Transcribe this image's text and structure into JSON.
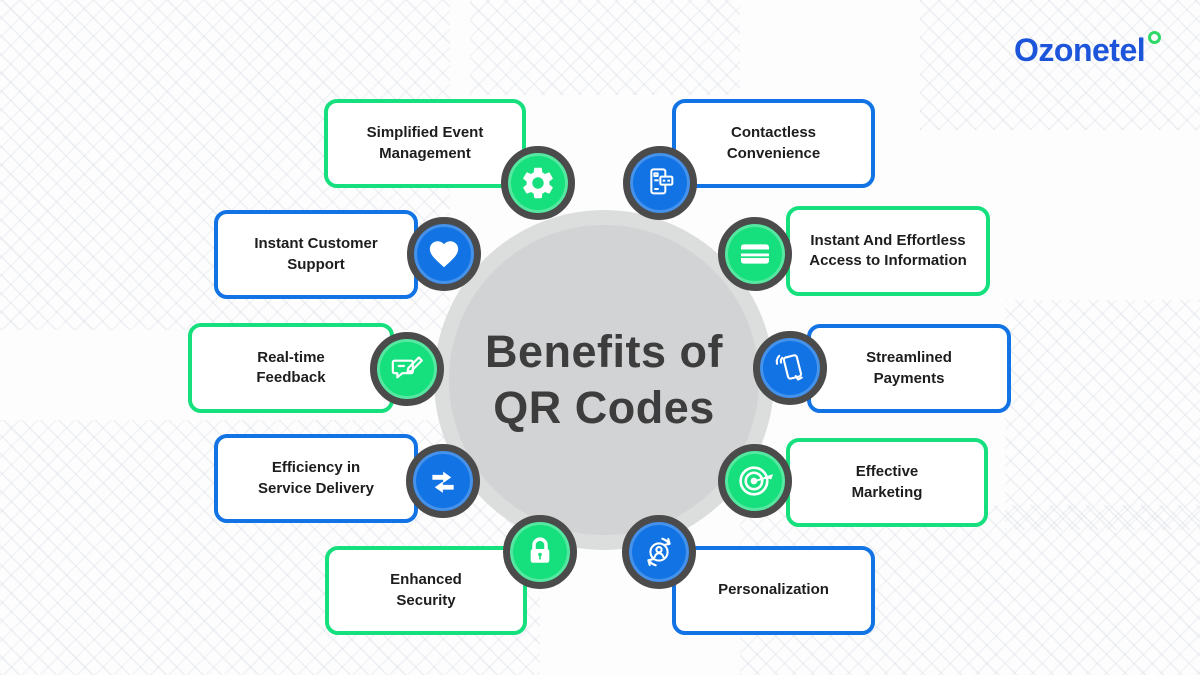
{
  "logo": {
    "text": "Ozonetel"
  },
  "center": {
    "line1": "Benefits of",
    "line2": "QR Codes"
  },
  "colors": {
    "green": "#16df7d",
    "blue": "#1274e4",
    "icon_ring_gray": "#4b4b4b",
    "circle_fill": "#d2d3d4",
    "circle_ring": "#dcdddd",
    "title_text": "#3d3d3d",
    "logo_blue": "#1d55da",
    "logo_green": "#2fd968"
  },
  "items": [
    {
      "label": "Simplified Event Management",
      "accent": "green",
      "icon": "gear-icon"
    },
    {
      "label": "Instant Customer Support",
      "accent": "blue",
      "icon": "heart-icon"
    },
    {
      "label": "Real-time Feedback",
      "accent": "green",
      "icon": "feedback-chat-icon"
    },
    {
      "label": "Efficiency in Service Delivery",
      "accent": "blue",
      "icon": "transfer-arrows-icon"
    },
    {
      "label": "Enhanced Security",
      "accent": "green",
      "icon": "padlock-icon"
    },
    {
      "label": "Contactless Convenience",
      "accent": "blue",
      "icon": "phone-card-icon"
    },
    {
      "label": "Instant And Effortless Access to Information",
      "accent": "green",
      "icon": "credit-card-icon"
    },
    {
      "label": "Streamlined Payments",
      "accent": "blue",
      "icon": "mobile-payment-icon"
    },
    {
      "label": "Effective Marketing",
      "accent": "green",
      "icon": "target-icon"
    },
    {
      "label": "Personalization",
      "accent": "blue",
      "icon": "user-sync-icon"
    }
  ]
}
